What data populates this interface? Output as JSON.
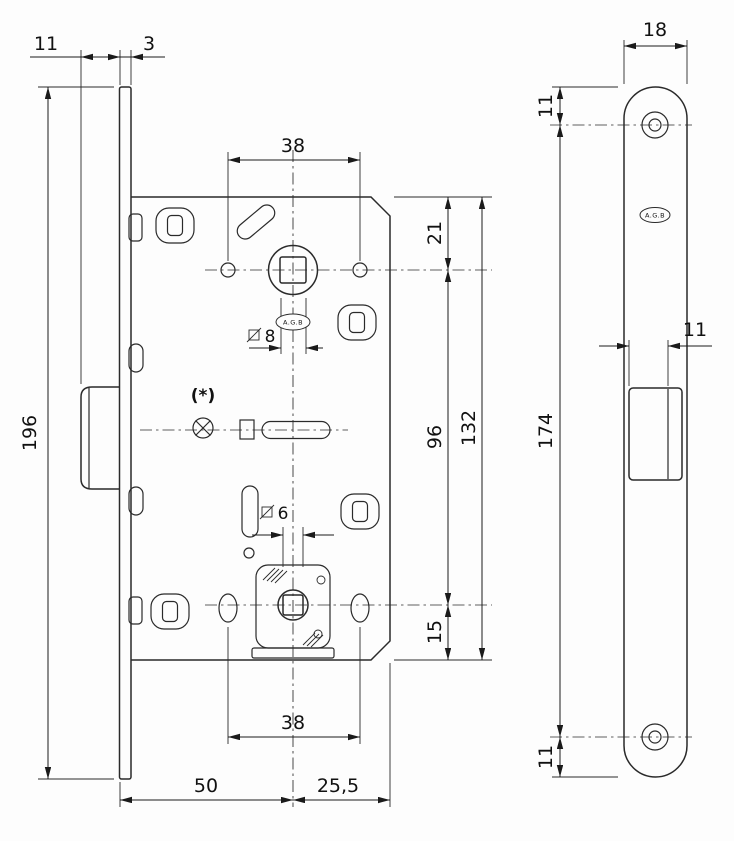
{
  "brand": "A.G.B",
  "note_marker": "(*)",
  "left": {
    "latch_projection": "11",
    "plate_thickness": "3",
    "total_height": "196",
    "top_holes_span": "38",
    "edge_to_spindle": "21",
    "spindle_to_follower": "96",
    "follower_to_edge": "15",
    "case_height": "132",
    "spindle_square": "8",
    "follower_square": "6",
    "bottom_holes_span": "38",
    "backset": "50",
    "case_behind": "25,5"
  },
  "right": {
    "plate_width": "18",
    "top_to_hole": "11",
    "holes_span": "174",
    "hole_to_bottom": "11",
    "latch_width": "11"
  }
}
